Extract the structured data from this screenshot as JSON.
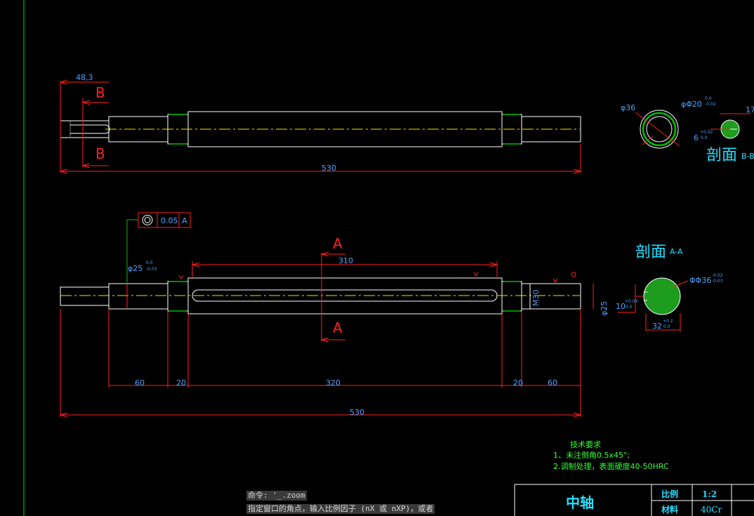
{
  "dims": {
    "top_overall": "530",
    "top_left_offset": "48,3",
    "bot_overall": "530",
    "bot_60_left": "60",
    "bot_20_left": "20",
    "bot_320": "320",
    "bot_20_right": "20",
    "bot_60_right": "60",
    "bot_310": "310",
    "phi25": "φ25",
    "phi25_tol_top": "0.0",
    "phi25_tol_bot": "-0.03",
    "phi25_right": "φ25",
    "m30": "M30"
  },
  "section_marks": {
    "b": "B",
    "a": "A"
  },
  "gdt": {
    "value": "0.05",
    "datum": "A"
  },
  "section_bb": {
    "title": "剖面",
    "suffix": "B-B",
    "phi36": "φ36",
    "phi20": "φΦ20",
    "phi20_tol_top": "0.0",
    "phi20_tol_bot": "-0.02",
    "width": "17",
    "depth": "6",
    "depth_tol_top": "+0.02",
    "depth_tol_bot": "0.0"
  },
  "section_aa": {
    "title": "剖面",
    "suffix": "A-A",
    "phi36": "ΦΦ36",
    "phi36_tol_top": "-0.02",
    "phi36_tol_bot": "-0.03",
    "width": "10",
    "width_tol_top": "+0.03",
    "width_tol_bot": "0.0",
    "depth": "32",
    "depth_tol_top": "+0.2",
    "depth_tol_bot": "0.0"
  },
  "notes": {
    "title": "技术要求",
    "line1": "1、未注倒角0.5x45°;",
    "line2": "2.调制处理，表面硬度40-50HRC"
  },
  "title_block": {
    "part_name": "中轴",
    "scale_label": "比例",
    "scale_value": "1:2",
    "material_label": "材料",
    "material_value": "40Cr"
  },
  "command": {
    "line1": "命令: '_.zoom",
    "line2": "指定窗口的角点，输入比例因子 (nX 或 nXP)，或者"
  },
  "colors": {
    "outline": "#ffffff",
    "center_line": "#e6e600",
    "dimension": "#4aa3ff",
    "section_mark": "#ff2020",
    "leader": "#00c000",
    "section_title": "#22e0ff",
    "notes": "#33ff33",
    "hatch": "#00c000"
  }
}
